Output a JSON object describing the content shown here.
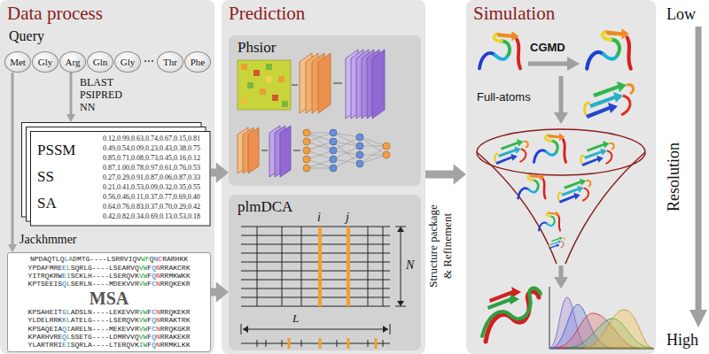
{
  "diagram": {
    "nodes": [
      {
        "text": [
          "Data process"
        ]
      },
      {
        "text": [
          "Met"
        ],
        "in": 0
      },
      {
        "text": [
          "Gly"
        ],
        "in": 0
      },
      {
        "text": [
          "Arg"
        ],
        "in": 0
      },
      {
        "text": [
          "Gln"
        ],
        "in": 0
      },
      {
        "text": [
          "Gly"
        ],
        "in": 0
      },
      {
        "text": [
          "Thr"
        ],
        "in": 0
      },
      {
        "text": [
          "Phe"
        ],
        "in": 0
      },
      {
        "text": [
          "PSSM",
          "SS",
          "SA",
          "0.12,0.99,0.63,0.74,0.67,0.15,0.81",
          "0.49,0.54,0.09,0.23,0.43,0.38,0.75",
          "0.85,0.71,0.08,0.73,0.45,0.16,0.12",
          "0.87,1.00,0.78,0.97,0.61,0.76,0.53",
          "0.27,0.29,0.91,0.87,0.06,0.87,0.33",
          "0.21,0.41,0.53,0.09,0.32,0.35,0.55",
          "0.56,0.46,0.11,0.37,0.77,0.69,0.40",
          "0.64,0.76,0.83,0.37,0.70,0.29,0.42",
          "0.42,0.82,0.34,0.69,0.13,0.53,0.18"
        ],
        "in": 0
      },
      {
        "text": [
          "NPDAQTLQLADMTG----LSRRVIQVWFQNCRARHKK",
          "YPDAFMREELSQRLG----LSEARVQVWFQNRRAKCRK",
          "YITRQKRWEISCKLH----LSERQVKVWFQNRRMKWKK",
          "KPTSEEISQLSERLN----MDEKVVRVWFCNRRQKEKR",
          "MSA",
          "KPSAHEITGLADSLN----LEKEVVRVWFCNRRQKEKR",
          "YLDELRRKKLATELG----LSERQVKVWFQNRRAKTRK",
          "KPSAQEIAQIARELN----MEKEVVRVWFCNRRQKGKR",
          "KPARHVREQLSSETG----LDMRVVQVWFQNRRAKEKR",
          "YLARTRRIEISQRLA----LTERQVKIWFQNRRMKLKK"
        ],
        "in": 0
      },
      {
        "text": [
          "Prediction"
        ]
      },
      {
        "text": [
          "Phsior"
        ],
        "in": 10
      },
      {
        "text": [
          "plmDCA"
        ],
        "in": 10
      },
      {
        "text": [
          "Simulation"
        ]
      }
    ],
    "edges": [
      {
        "from": 3,
        "to": 8,
        "arrow": "to"
      },
      {
        "from": 1,
        "to": 9,
        "arrow": "to"
      },
      {
        "from": 8,
        "to": 11,
        "arrow": "to"
      },
      {
        "from": 9,
        "to": 12,
        "arrow": "to"
      },
      {
        "from": 10,
        "to": 13,
        "arrow": "to"
      }
    ],
    "labels": [
      "Query",
      "⋯",
      "BLAST",
      "PSIPRED",
      "NN",
      "Jackhmmer",
      "i",
      "j",
      "N",
      "L",
      "Structure package & Refinement",
      "CGMD",
      "Full-atoms",
      "Low",
      "Resolution",
      "High"
    ]
  }
}
